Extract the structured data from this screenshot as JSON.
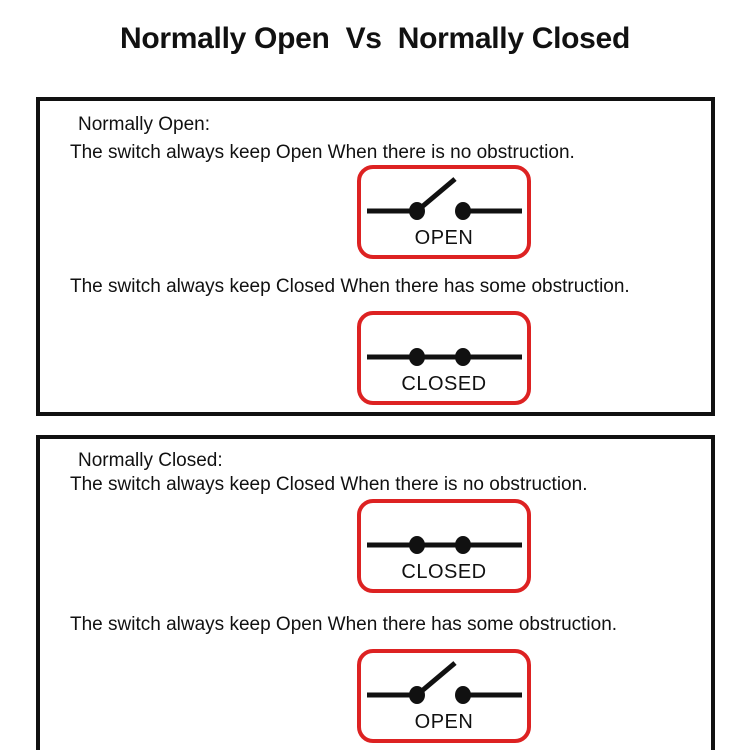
{
  "title": "Normally Open  Vs  Normally Closed",
  "panels": [
    {
      "heading": "Normally Open:",
      "sections": [
        {
          "text": "The switch always keep Open When there is no obstruction.",
          "switch_state": "open",
          "label": "OPEN"
        },
        {
          "text": "The switch always keep Closed When there has some obstruction.",
          "switch_state": "closed",
          "label": "CLOSED"
        }
      ]
    },
    {
      "heading": "Normally Closed:",
      "sections": [
        {
          "text": "The switch always keep Closed When there is no obstruction.",
          "switch_state": "closed",
          "label": "CLOSED"
        },
        {
          "text": "The switch always keep Open When there has some obstruction.",
          "switch_state": "open",
          "label": "OPEN"
        }
      ]
    }
  ],
  "colors": {
    "accent_red": "#dd2222",
    "ink": "#111111",
    "paper": "#ffffff"
  }
}
